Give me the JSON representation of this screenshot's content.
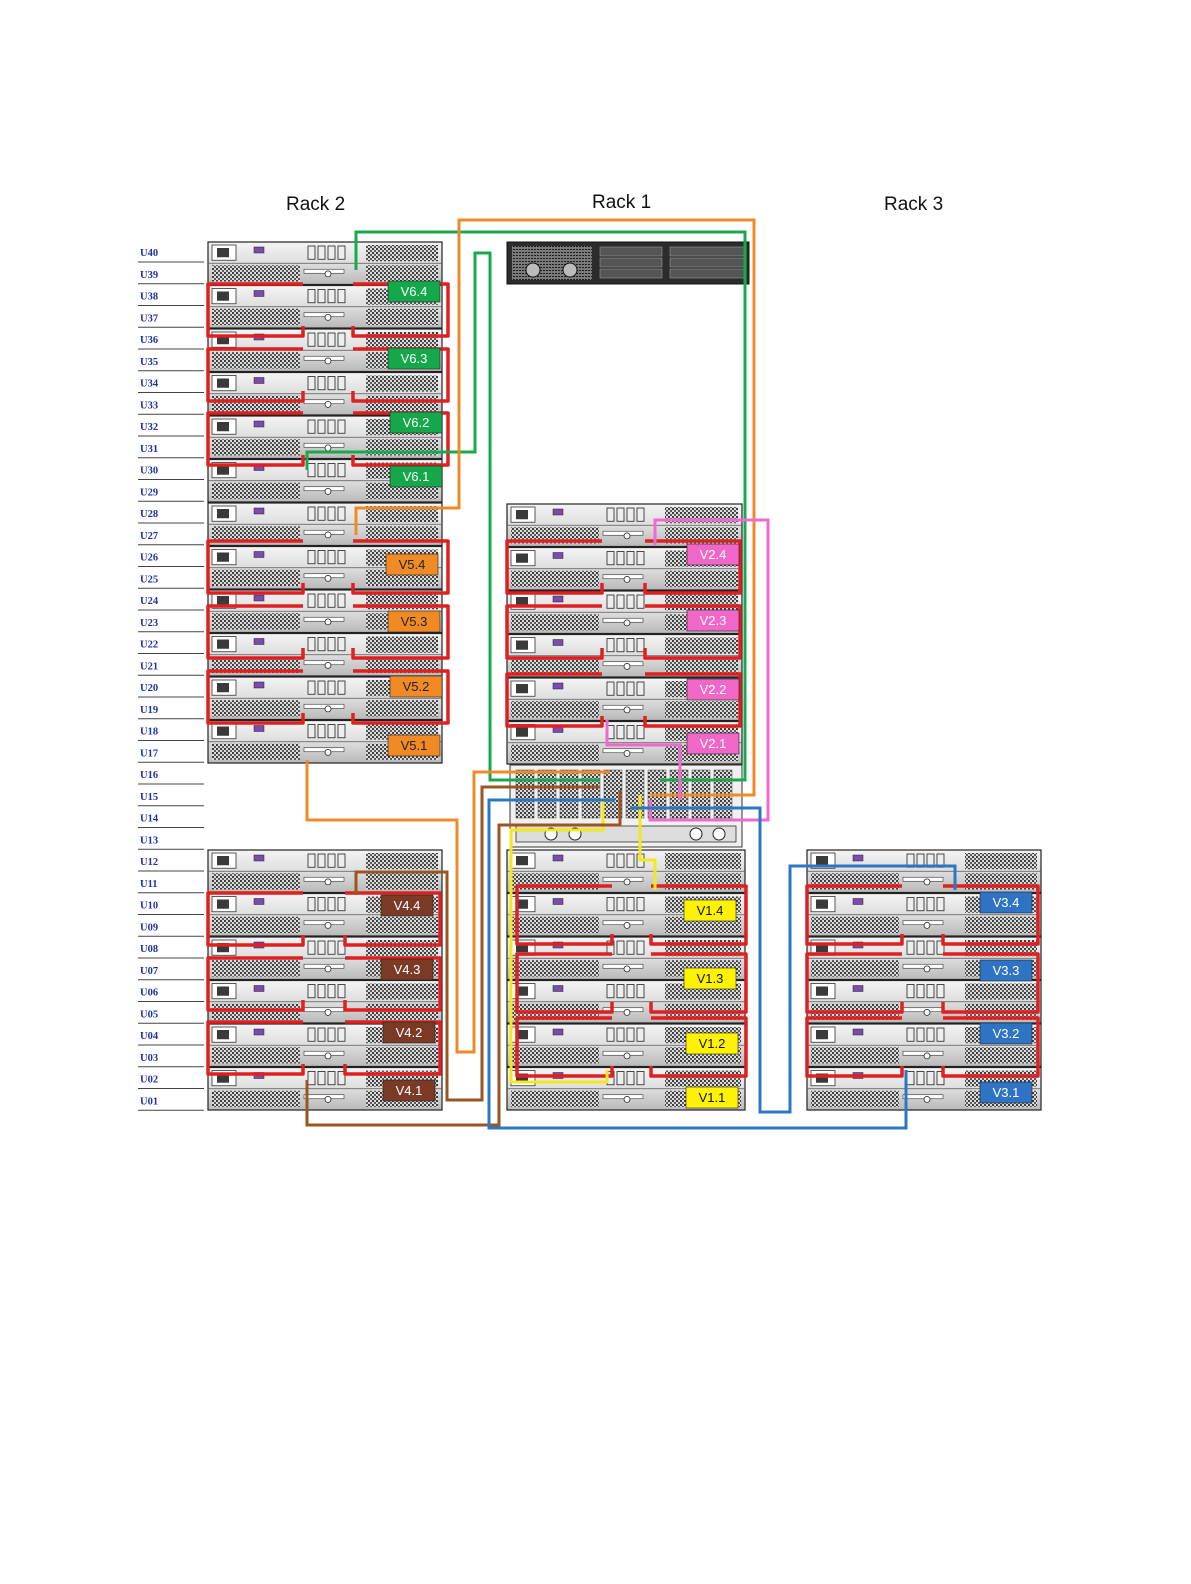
{
  "racks": [
    {
      "id": "rack2",
      "title": "Rack 2"
    },
    {
      "id": "rack1",
      "title": "Rack 1"
    },
    {
      "id": "rack3",
      "title": "Rack 3"
    }
  ],
  "u_labels": [
    "U40",
    "U39",
    "U38",
    "U37",
    "U36",
    "U35",
    "U34",
    "U33",
    "U32",
    "U31",
    "U30",
    "U29",
    "U28",
    "U27",
    "U26",
    "U25",
    "U24",
    "U23",
    "U22",
    "U21",
    "U20",
    "U19",
    "U18",
    "U17",
    "U16",
    "U15",
    "U14",
    "U13",
    "U12",
    "U11",
    "U10",
    "U09",
    "U08",
    "U07",
    "U06",
    "U05",
    "U04",
    "U03",
    "U02",
    "U01"
  ],
  "colors": {
    "green": "#14a84a",
    "orange": "#f08a24",
    "pink": "#f067c8",
    "yellow": "#fff200",
    "brown": "#7b3a26",
    "blue": "#2f73c4",
    "red": "#e02020",
    "cable_green": "#1aa84c",
    "cable_orange": "#ef8a2a",
    "cable_pink": "#ee6ad0",
    "cable_yellow": "#f4e81c",
    "cable_brown": "#9a5520",
    "cable_blue": "#2a78c2",
    "u_label": "#1f2fa8"
  },
  "volumes": {
    "rack2": [
      {
        "label": "V6.4",
        "color": "green"
      },
      {
        "label": "V6.3",
        "color": "green"
      },
      {
        "label": "V6.2",
        "color": "green"
      },
      {
        "label": "V6.1",
        "color": "green"
      },
      {
        "label": "V5.4",
        "color": "orange"
      },
      {
        "label": "V5.3",
        "color": "orange"
      },
      {
        "label": "V5.2",
        "color": "orange"
      },
      {
        "label": "V5.1",
        "color": "orange"
      },
      {
        "label": "V4.4",
        "color": "brown"
      },
      {
        "label": "V4.3",
        "color": "brown"
      },
      {
        "label": "V4.2",
        "color": "brown"
      },
      {
        "label": "V4.1",
        "color": "brown"
      }
    ],
    "rack1": [
      {
        "label": "V2.4",
        "color": "pink"
      },
      {
        "label": "V2.3",
        "color": "pink"
      },
      {
        "label": "V2.2",
        "color": "pink"
      },
      {
        "label": "V2.1",
        "color": "pink"
      },
      {
        "label": "V1.4",
        "color": "yellow"
      },
      {
        "label": "V1.3",
        "color": "yellow"
      },
      {
        "label": "V1.2",
        "color": "yellow"
      },
      {
        "label": "V1.1",
        "color": "yellow"
      }
    ],
    "rack3": [
      {
        "label": "V3.4",
        "color": "blue"
      },
      {
        "label": "V3.3",
        "color": "blue"
      },
      {
        "label": "V3.2",
        "color": "blue"
      },
      {
        "label": "V3.1",
        "color": "blue"
      }
    ]
  }
}
